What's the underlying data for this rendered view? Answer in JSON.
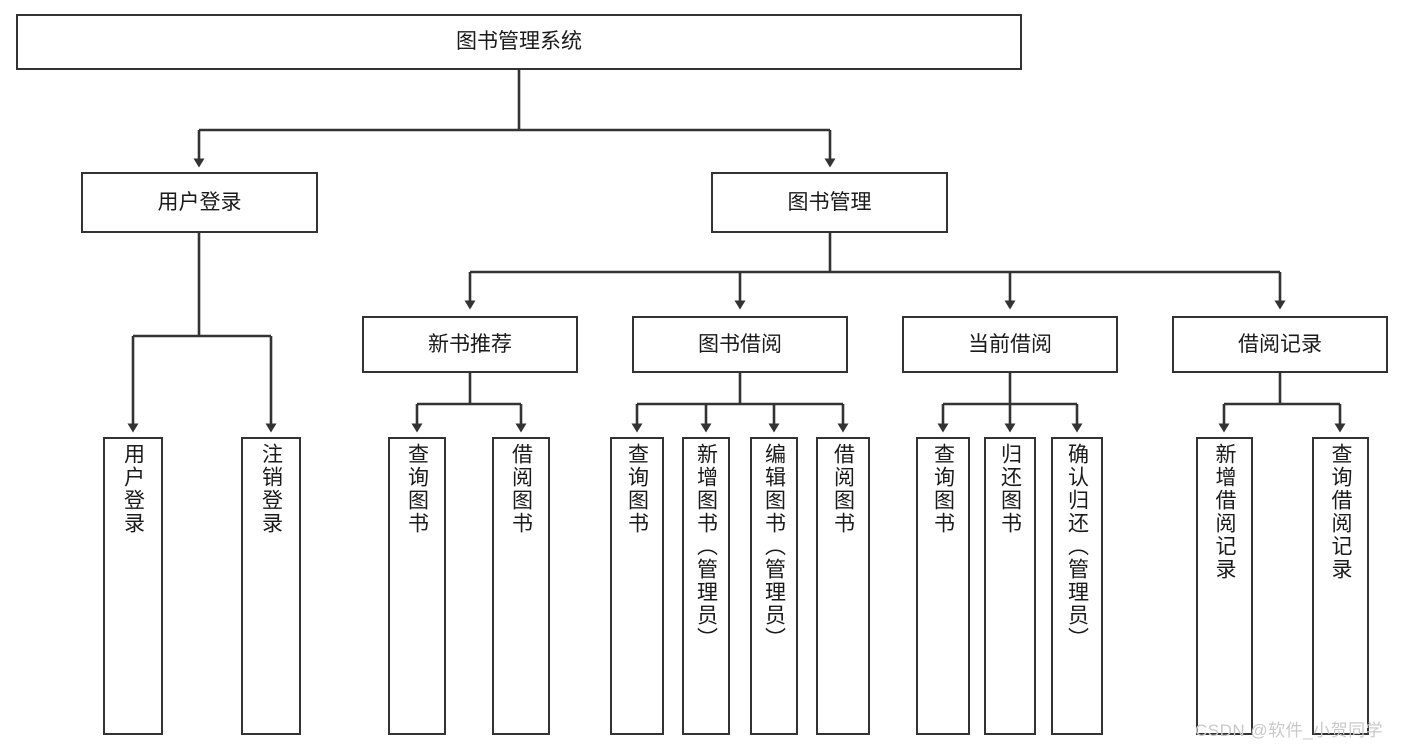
{
  "diagram": {
    "title": "图书管理系统",
    "type": "tree-hierarchy-chart",
    "watermark": "CSDN @软件_小贺同学",
    "colors": {
      "background": "#ffffff",
      "box_border": "#333333",
      "box_fill": "#ffffff",
      "edge": "#333333",
      "text": "#1a1a1a",
      "watermark": "#c9c9c9"
    },
    "nodes": {
      "root": {
        "label": "图书管理系统"
      },
      "level2": [
        {
          "id": "user-login",
          "label": "用户登录"
        },
        {
          "id": "book-management",
          "label": "图书管理"
        }
      ],
      "level3": [
        {
          "id": "new-book-recommend",
          "label": "新书推荐"
        },
        {
          "id": "book-borrow",
          "label": "图书借阅"
        },
        {
          "id": "current-borrow",
          "label": "当前借阅"
        },
        {
          "id": "borrow-record",
          "label": "借阅记录"
        }
      ],
      "leaves": {
        "user_login": [
          {
            "id": "leaf-user-login",
            "label": "用户登录"
          },
          {
            "id": "leaf-logout-login",
            "label": "注销登录"
          }
        ],
        "new_book_recommend": [
          {
            "id": "leaf-query-book-1",
            "label": "查询图书"
          },
          {
            "id": "leaf-borrow-book-1",
            "label": "借阅图书"
          }
        ],
        "book_borrow": [
          {
            "id": "leaf-query-book-2",
            "label": "查询图书"
          },
          {
            "id": "leaf-add-book",
            "label": "新增图书（管理员）"
          },
          {
            "id": "leaf-edit-book",
            "label": "编辑图书（管理员）"
          },
          {
            "id": "leaf-borrow-book-2",
            "label": "借阅图书"
          }
        ],
        "current_borrow": [
          {
            "id": "leaf-query-book-3",
            "label": "查询图书"
          },
          {
            "id": "leaf-return-book",
            "label": "归还图书"
          },
          {
            "id": "leaf-confirm-return",
            "label": "确认归还（管理员）"
          }
        ],
        "borrow_record": [
          {
            "id": "leaf-add-record",
            "label": "新增借阅记录"
          },
          {
            "id": "leaf-query-record",
            "label": "查询借阅记录"
          }
        ]
      }
    }
  }
}
